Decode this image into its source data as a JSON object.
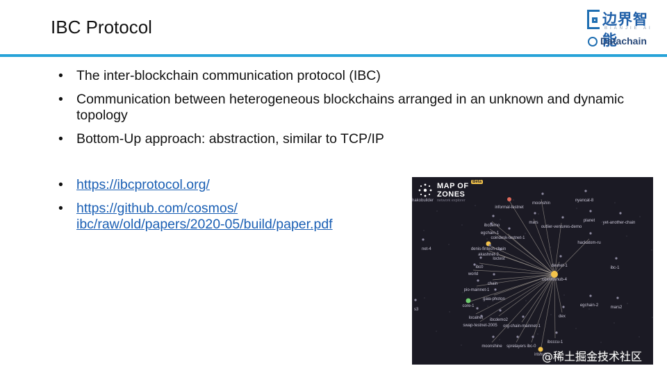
{
  "slide": {
    "title": "IBC Protocol"
  },
  "logos": {
    "bianjie_cn": "边界智能",
    "bianjie_en": "BIANJIE AI",
    "datachain": "Datachain"
  },
  "bullets": [
    {
      "text": "The inter-blockchain communication protocol (IBC)",
      "is_link": false
    },
    {
      "text": "Communication between heterogeneous blockchains arranged in an unknown and dynamic topology",
      "is_link": false
    },
    {
      "text": "Bottom-Up approach: abstraction, similar to TCP/IP",
      "is_link": false
    },
    {
      "text": "https://ibcprotocol.org/",
      "is_link": true
    },
    {
      "text": "https://github.com/cosmos/ibc/raw/old/papers/2020-05/build/paper.pdf",
      "is_link": true
    }
  ],
  "bullet_marker": "•",
  "map_of_zones": {
    "brand_line1": "MAP OF",
    "brand_line2": "ZONES",
    "beta": "Beta",
    "tagline": "network explorer",
    "left_cut": "hakobuilder",
    "colors": {
      "background": "#1b1a24",
      "hub": "#f3c34a",
      "green": "#6fcf6f",
      "red": "#e06a5a",
      "node": "#8d8aa0",
      "edge": "#cfc7b8"
    },
    "nodes": [
      {
        "label": "nyancat-8",
        "kind": "node"
      },
      {
        "label": "moonshin",
        "kind": "node"
      },
      {
        "label": "informal-testnet",
        "kind": "red"
      },
      {
        "label": "ibcdemo",
        "kind": "node"
      },
      {
        "label": "mars",
        "kind": "node"
      },
      {
        "label": "planet",
        "kind": "node"
      },
      {
        "label": "yet-another-chain",
        "kind": "node"
      },
      {
        "label": "outlier-ventures-demo",
        "kind": "node"
      },
      {
        "label": "egchain-1",
        "kind": "node"
      },
      {
        "label": "coindesk-testnet-1",
        "kind": "node"
      },
      {
        "label": "hackatom-ru",
        "kind": "node"
      },
      {
        "label": "denis-fintech-chain",
        "kind": "hub"
      },
      {
        "label": "akashnet-2",
        "kind": "node"
      },
      {
        "label": "loctest",
        "kind": "node"
      },
      {
        "label": "ibc0",
        "kind": "node"
      },
      {
        "label": "world",
        "kind": "node"
      },
      {
        "label": "devnet-1",
        "kind": "node"
      },
      {
        "label": "ibc-1",
        "kind": "node"
      },
      {
        "label": "cosmoshub-4",
        "kind": "hub"
      },
      {
        "label": "chain",
        "kind": "node"
      },
      {
        "label": "pio-mainnet-1",
        "kind": "node"
      },
      {
        "label": "gaia-photon",
        "kind": "node"
      },
      {
        "label": "egchain-2",
        "kind": "node"
      },
      {
        "label": "mars2",
        "kind": "node"
      },
      {
        "label": "core-1",
        "kind": "green"
      },
      {
        "label": "dex",
        "kind": "node"
      },
      {
        "label": "localnet",
        "kind": "node"
      },
      {
        "label": "ibcdemo2",
        "kind": "node"
      },
      {
        "label": "swap-testnet-2005",
        "kind": "node"
      },
      {
        "label": "org-chain-mainnet-1",
        "kind": "node"
      },
      {
        "label": "ibcccu-1",
        "kind": "node"
      },
      {
        "label": "moonshine",
        "kind": "node"
      },
      {
        "label": "sprelayers",
        "kind": "node"
      },
      {
        "label": "ibc-0",
        "kind": "node"
      },
      {
        "label": "irishub",
        "kind": "hub"
      },
      {
        "label": "net-4",
        "kind": "node"
      },
      {
        "label": "s3",
        "kind": "node"
      }
    ]
  },
  "watermark": "@稀土掘金技术社区"
}
